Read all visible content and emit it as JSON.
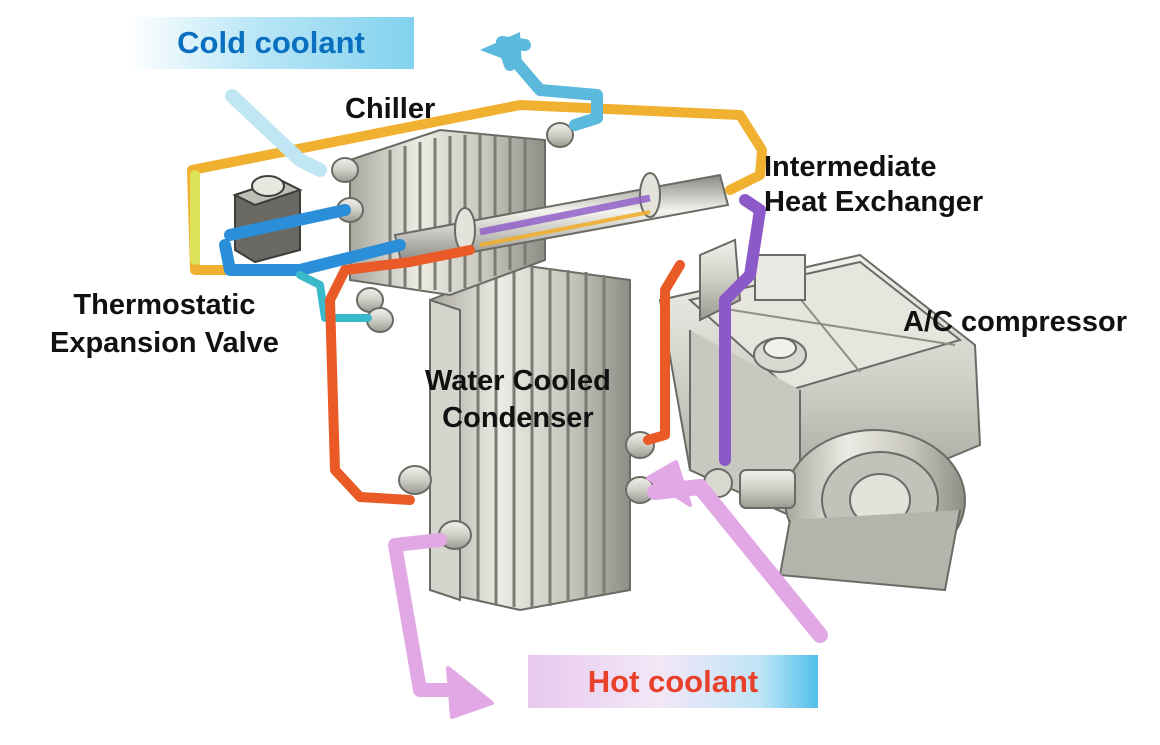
{
  "banners": {
    "cold_coolant": "Cold coolant",
    "hot_coolant": "Hot coolant"
  },
  "labels": {
    "chiller": "Chiller",
    "intermediate_heat_exchanger": [
      "Intermediate",
      "Heat Exchanger"
    ],
    "thermostatic_expansion_valve": [
      "Thermostatic",
      "Expansion Valve"
    ],
    "ac_compressor": "A/C compressor",
    "water_cooled_condenser": [
      "Water Cooled",
      "Condenser"
    ]
  },
  "colors": {
    "cold_coolant_text": "#0b6fbf",
    "hot_coolant_text": "#e8402a",
    "cold_coolant_pipe": "#5bb9de",
    "hot_coolant_pipe": "#e2a8e6",
    "refrigerant_liquid_pipe": "#f0b030",
    "refrigerant_cold_pipe": "#2a8fd8",
    "refrigerant_hot_pipe": "#ea5a26",
    "refrigerant_vapor_pipe": "#8c5ac8"
  }
}
